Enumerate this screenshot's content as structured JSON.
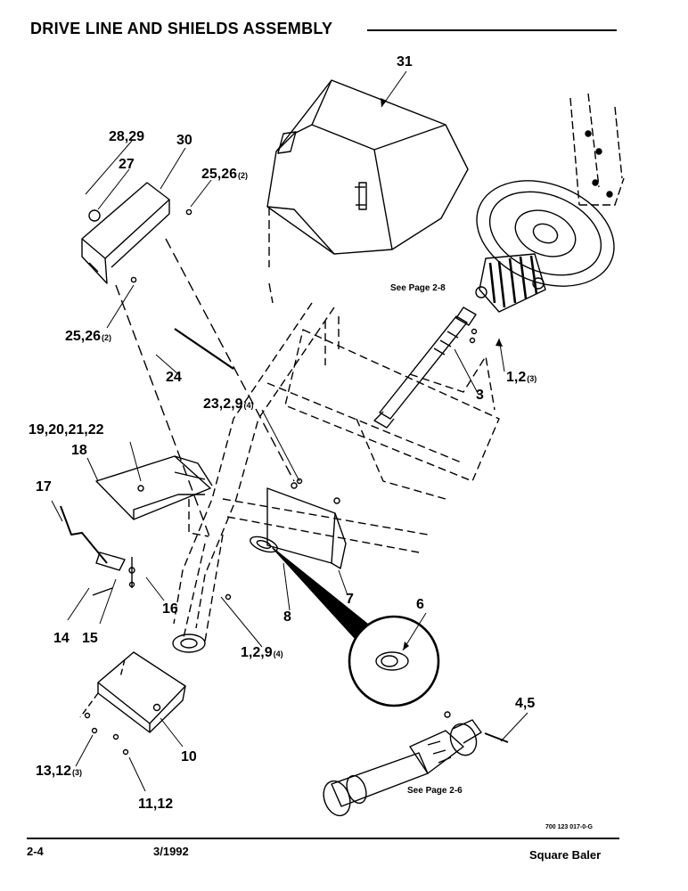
{
  "header": {
    "title": "DRIVE LINE AND SHIELDS ASSEMBLY"
  },
  "callouts": [
    {
      "id": "c31",
      "text": "31"
    },
    {
      "id": "c2829",
      "text": "28,29"
    },
    {
      "id": "c30",
      "text": "30"
    },
    {
      "id": "c27",
      "text": "27"
    },
    {
      "id": "c2526a",
      "text": "25,26",
      "qty": "(2)"
    },
    {
      "id": "c2526b",
      "text": "25,26",
      "qty": "(2)"
    },
    {
      "id": "c24",
      "text": "24"
    },
    {
      "id": "c12a",
      "text": "1,2",
      "qty": "(3)"
    },
    {
      "id": "c3",
      "text": "3"
    },
    {
      "id": "c2329",
      "text": "23,2,9",
      "qty": "(4)"
    },
    {
      "id": "c19",
      "text": "19,20,21,22"
    },
    {
      "id": "c18",
      "text": "18"
    },
    {
      "id": "c17",
      "text": "17"
    },
    {
      "id": "c16",
      "text": "16"
    },
    {
      "id": "c14",
      "text": "14"
    },
    {
      "id": "c15",
      "text": "15"
    },
    {
      "id": "c7",
      "text": "7"
    },
    {
      "id": "c8",
      "text": "8"
    },
    {
      "id": "c6",
      "text": "6"
    },
    {
      "id": "c129",
      "text": "1,2,9",
      "qty": "(4)"
    },
    {
      "id": "c1312",
      "text": "13,12",
      "qty": "(3)"
    },
    {
      "id": "c10",
      "text": "10"
    },
    {
      "id": "c1112",
      "text": "11,12"
    },
    {
      "id": "c45",
      "text": "4,5"
    }
  ],
  "references": {
    "page_2_8": "See Page 2-8",
    "page_2_6": "See Page 2-6"
  },
  "footer": {
    "page_number": "2-4",
    "date": "3/1992",
    "product": "Square Baler",
    "part_code": "700 123 017-0-G"
  }
}
